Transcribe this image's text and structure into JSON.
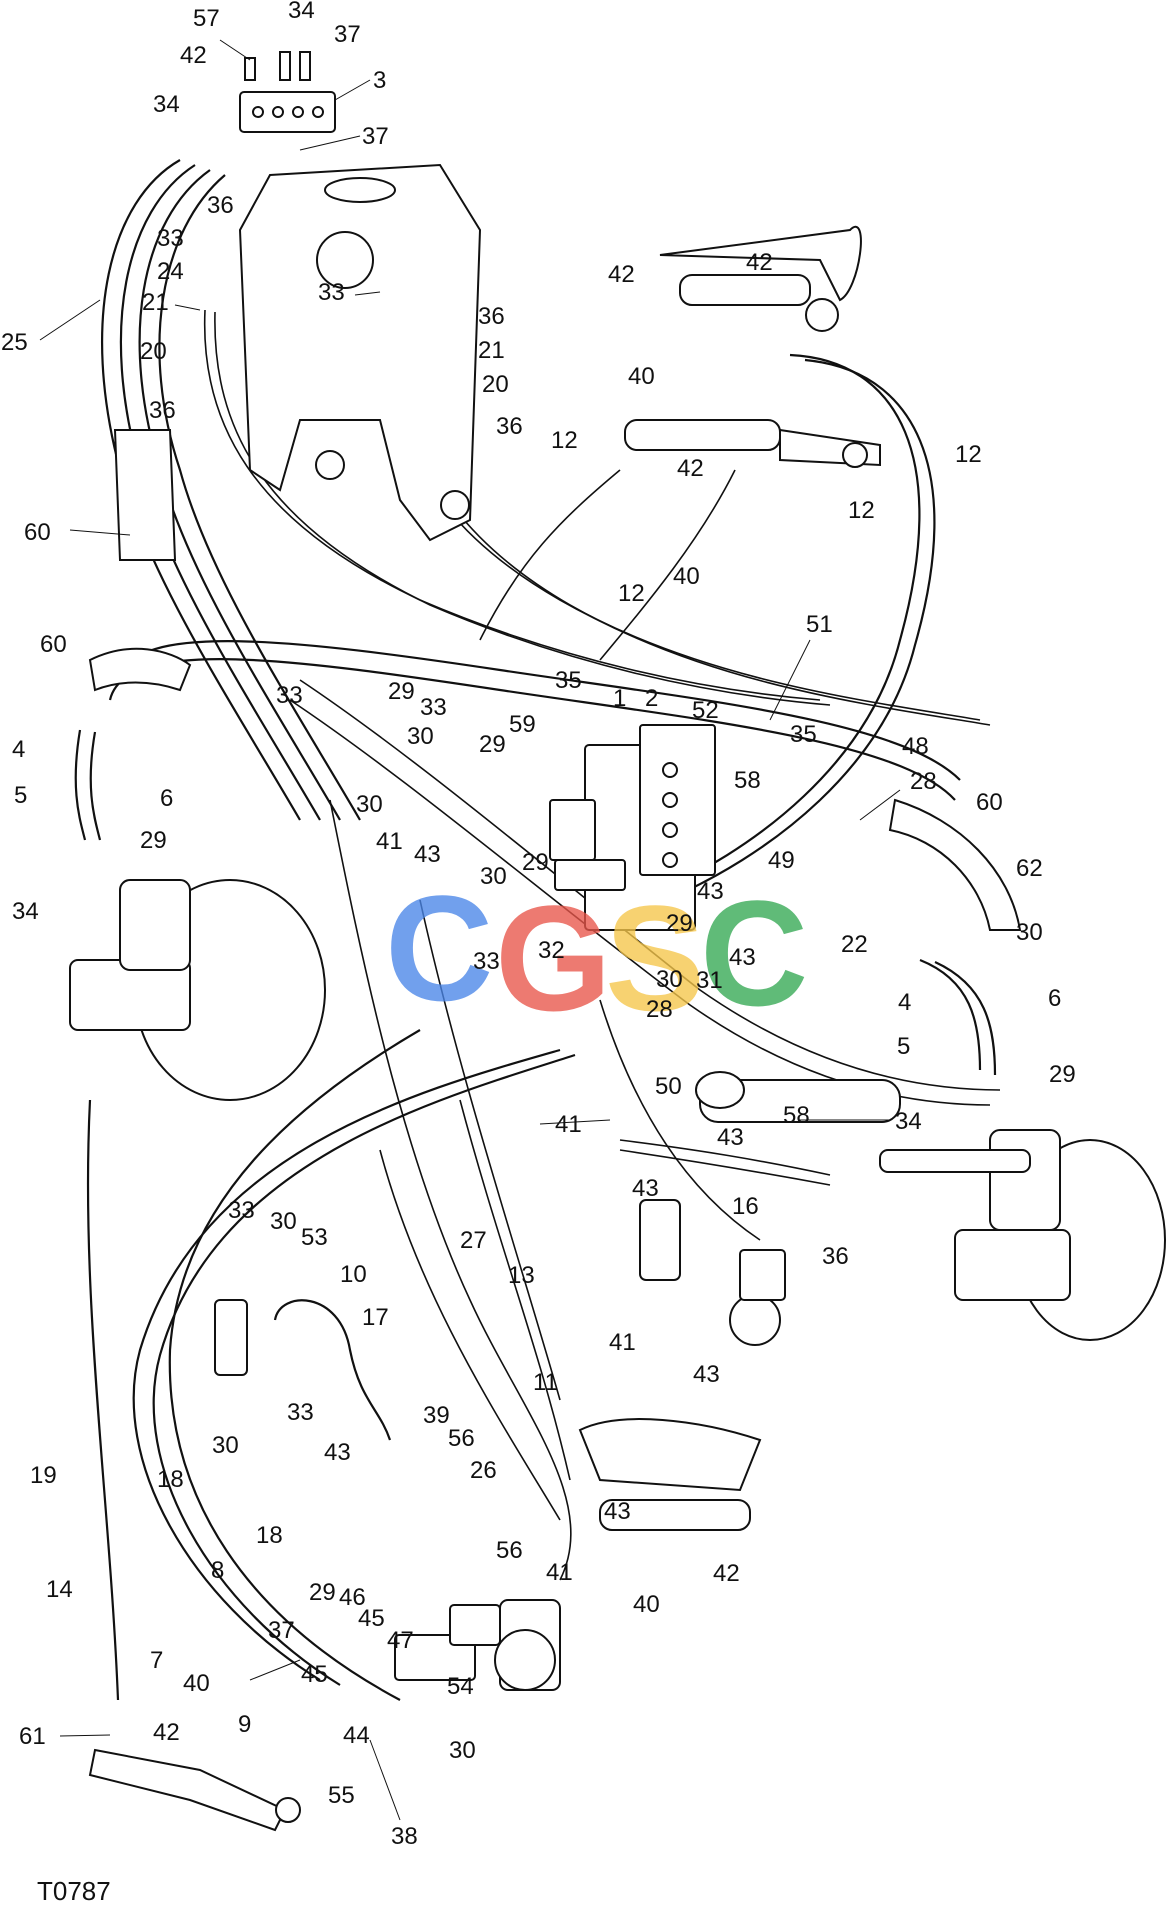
{
  "figure_code": "T0787",
  "watermark": {
    "letters": [
      "C",
      "G",
      "S",
      "C"
    ],
    "colors": [
      "#4a86e8",
      "#e8564a",
      "#f6c64a",
      "#34a853"
    ]
  },
  "callouts": [
    {
      "id": "c1",
      "text": "57"
    },
    {
      "id": "c2",
      "text": "34"
    },
    {
      "id": "c3",
      "text": "37"
    },
    {
      "id": "c4",
      "text": "42"
    },
    {
      "id": "c5",
      "text": "3"
    },
    {
      "id": "c6",
      "text": "34"
    },
    {
      "id": "c7",
      "text": "37"
    },
    {
      "id": "c8",
      "text": "36"
    },
    {
      "id": "c9",
      "text": "33"
    },
    {
      "id": "c10",
      "text": "24"
    },
    {
      "id": "c11",
      "text": "25"
    },
    {
      "id": "c12",
      "text": "21"
    },
    {
      "id": "c13",
      "text": "20"
    },
    {
      "id": "c14",
      "text": "36"
    },
    {
      "id": "c15",
      "text": "33"
    },
    {
      "id": "c16",
      "text": "36"
    },
    {
      "id": "c17",
      "text": "21"
    },
    {
      "id": "c18",
      "text": "20"
    },
    {
      "id": "c19",
      "text": "36"
    },
    {
      "id": "c20",
      "text": "42"
    },
    {
      "id": "c21",
      "text": "42"
    },
    {
      "id": "c22",
      "text": "40"
    },
    {
      "id": "c23",
      "text": "12"
    },
    {
      "id": "c24",
      "text": "42"
    },
    {
      "id": "c25",
      "text": "12"
    },
    {
      "id": "c26",
      "text": "12"
    },
    {
      "id": "c27",
      "text": "40"
    },
    {
      "id": "c28",
      "text": "12"
    },
    {
      "id": "c29",
      "text": "60"
    },
    {
      "id": "c30",
      "text": "60"
    },
    {
      "id": "c31",
      "text": "51"
    },
    {
      "id": "c32",
      "text": "35"
    },
    {
      "id": "c33",
      "text": "1"
    },
    {
      "id": "c34",
      "text": "2"
    },
    {
      "id": "c35",
      "text": "52"
    },
    {
      "id": "c36",
      "text": "33"
    },
    {
      "id": "c37",
      "text": "29"
    },
    {
      "id": "c38",
      "text": "33"
    },
    {
      "id": "c39",
      "text": "59"
    },
    {
      "id": "c40",
      "text": "35"
    },
    {
      "id": "c41",
      "text": "48"
    },
    {
      "id": "c42",
      "text": "4"
    },
    {
      "id": "c43",
      "text": "30"
    },
    {
      "id": "c44",
      "text": "29"
    },
    {
      "id": "c45",
      "text": "58"
    },
    {
      "id": "c46",
      "text": "28"
    },
    {
      "id": "c47",
      "text": "5"
    },
    {
      "id": "c48",
      "text": "6"
    },
    {
      "id": "c49",
      "text": "30"
    },
    {
      "id": "c50",
      "text": "60"
    },
    {
      "id": "c51",
      "text": "41"
    },
    {
      "id": "c52",
      "text": "43"
    },
    {
      "id": "c53",
      "text": "49"
    },
    {
      "id": "c54",
      "text": "29"
    },
    {
      "id": "c55",
      "text": "34"
    },
    {
      "id": "c56",
      "text": "30"
    },
    {
      "id": "c57",
      "text": "29"
    },
    {
      "id": "c58",
      "text": "43"
    },
    {
      "id": "c59",
      "text": "62"
    },
    {
      "id": "c60",
      "text": "22"
    },
    {
      "id": "c61",
      "text": "29"
    },
    {
      "id": "c62",
      "text": "30"
    },
    {
      "id": "c63",
      "text": "33"
    },
    {
      "id": "c64",
      "text": "32"
    },
    {
      "id": "c65",
      "text": "30"
    },
    {
      "id": "c66",
      "text": "43"
    },
    {
      "id": "c67",
      "text": "31"
    },
    {
      "id": "c68",
      "text": "28"
    },
    {
      "id": "c69",
      "text": "4"
    },
    {
      "id": "c70",
      "text": "6"
    },
    {
      "id": "c71",
      "text": "5"
    },
    {
      "id": "c72",
      "text": "29"
    },
    {
      "id": "c73",
      "text": "50"
    },
    {
      "id": "c74",
      "text": "58"
    },
    {
      "id": "c75",
      "text": "34"
    },
    {
      "id": "c76",
      "text": "41"
    },
    {
      "id": "c77",
      "text": "43"
    },
    {
      "id": "c78",
      "text": "16"
    },
    {
      "id": "c79",
      "text": "43"
    },
    {
      "id": "c80",
      "text": "36"
    },
    {
      "id": "c81",
      "text": "27"
    },
    {
      "id": "c82",
      "text": "13"
    },
    {
      "id": "c83",
      "text": "33"
    },
    {
      "id": "c84",
      "text": "30"
    },
    {
      "id": "c85",
      "text": "53"
    },
    {
      "id": "c86",
      "text": "10"
    },
    {
      "id": "c87",
      "text": "41"
    },
    {
      "id": "c88",
      "text": "43"
    },
    {
      "id": "c89",
      "text": "17"
    },
    {
      "id": "c90",
      "text": "33"
    },
    {
      "id": "c91",
      "text": "11"
    },
    {
      "id": "c92",
      "text": "30"
    },
    {
      "id": "c93",
      "text": "39"
    },
    {
      "id": "c94",
      "text": "43"
    },
    {
      "id": "c95",
      "text": "56"
    },
    {
      "id": "c96",
      "text": "26"
    },
    {
      "id": "c97",
      "text": "19"
    },
    {
      "id": "c98",
      "text": "18"
    },
    {
      "id": "c99",
      "text": "43"
    },
    {
      "id": "c100",
      "text": "56"
    },
    {
      "id": "c101",
      "text": "41"
    },
    {
      "id": "c102",
      "text": "42"
    },
    {
      "id": "c103",
      "text": "40"
    },
    {
      "id": "c104",
      "text": "18"
    },
    {
      "id": "c105",
      "text": "14"
    },
    {
      "id": "c106",
      "text": "8"
    },
    {
      "id": "c107",
      "text": "29"
    },
    {
      "id": "c108",
      "text": "46"
    },
    {
      "id": "c109",
      "text": "45"
    },
    {
      "id": "c110",
      "text": "47"
    },
    {
      "id": "c111",
      "text": "37"
    },
    {
      "id": "c112",
      "text": "7"
    },
    {
      "id": "c113",
      "text": "45"
    },
    {
      "id": "c114",
      "text": "54"
    },
    {
      "id": "c115",
      "text": "40"
    },
    {
      "id": "c116",
      "text": "44"
    },
    {
      "id": "c117",
      "text": "61"
    },
    {
      "id": "c118",
      "text": "42"
    },
    {
      "id": "c119",
      "text": "9"
    },
    {
      "id": "c120",
      "text": "30"
    },
    {
      "id": "c121",
      "text": "55"
    },
    {
      "id": "c122",
      "text": "38"
    }
  ]
}
